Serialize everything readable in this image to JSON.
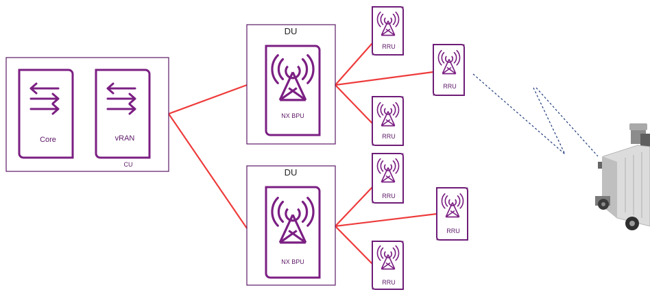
{
  "colors": {
    "purple": "#7b1f83",
    "link": "#ee3b3b",
    "radio": "#1e3a7a",
    "frame": "#5b1766"
  },
  "cu": {
    "label": "CU",
    "modules": [
      {
        "label": "Core",
        "icon": "arrows-exchange-icon"
      },
      {
        "label": "vRAN",
        "icon": "arrows-exchange-icon"
      }
    ]
  },
  "du_top": {
    "label": "DU",
    "bpu_label": "NX BPU",
    "icon": "radio-tower-icon"
  },
  "du_bottom": {
    "label": "DU",
    "bpu_label": "NX BPU",
    "icon": "radio-tower-icon"
  },
  "rrus": [
    {
      "label": "RRU"
    },
    {
      "label": "RRU"
    },
    {
      "label": "RRU"
    },
    {
      "label": "RRU"
    },
    {
      "label": "RRU"
    },
    {
      "label": "RRU"
    }
  ],
  "vehicle": {
    "icon": "robot-vehicle-icon"
  }
}
